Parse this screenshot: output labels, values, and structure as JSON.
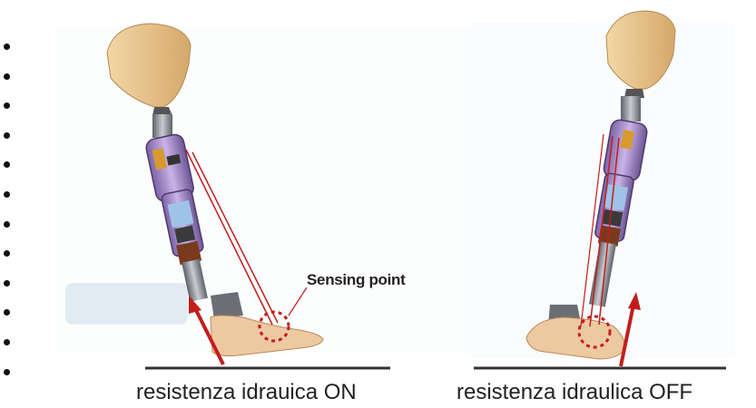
{
  "diagram": {
    "sensing_label": "Sensing point",
    "caption_left": "resistenza idrauica ON",
    "caption_right": "resistenza idraulica OFF",
    "bullet_count": 12
  },
  "colors": {
    "socket": "#e7c48a",
    "pylon": "#8a8f96",
    "knee_mechanism": "#a58ac8",
    "arrow": "#c21d1d",
    "foot": "#edc9a0",
    "ground": "#333333"
  }
}
